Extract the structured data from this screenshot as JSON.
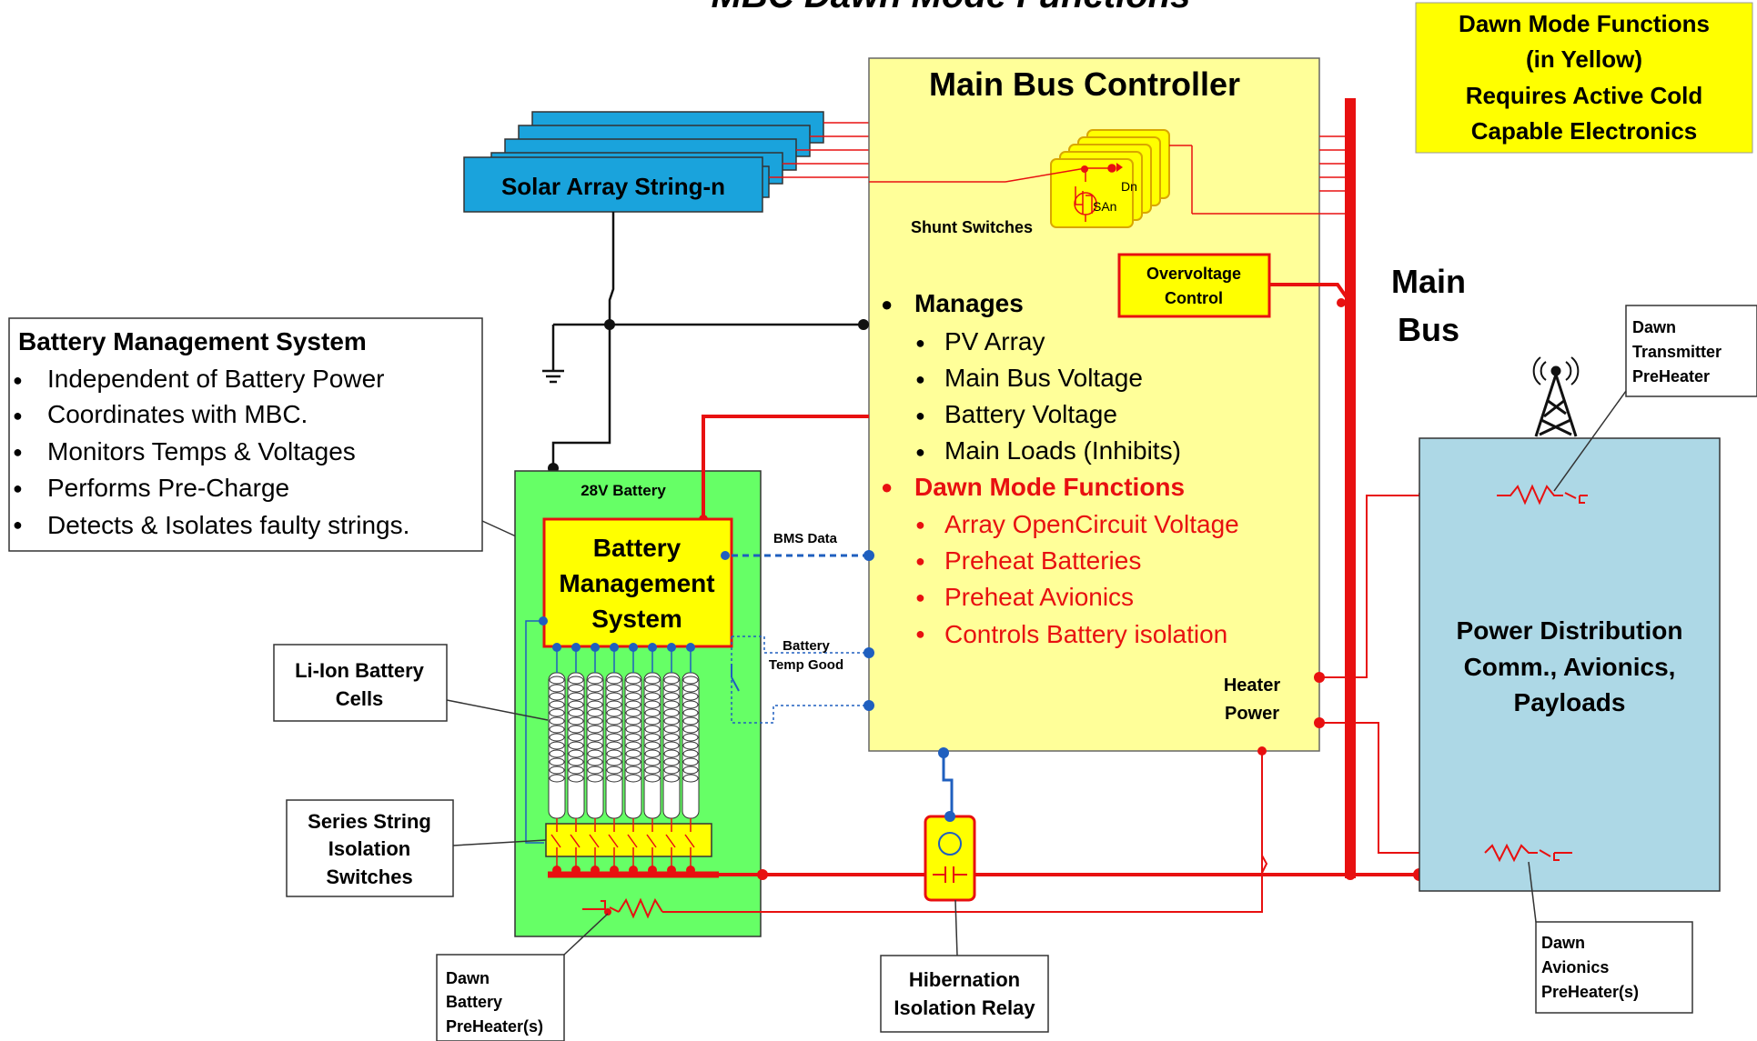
{
  "title": "MBC Dawn Mode Functions",
  "legend": {
    "lines": [
      "Dawn Mode Functions",
      "(in Yellow)",
      "Requires Active Cold",
      "Capable Electronics"
    ],
    "color": "#ffff00"
  },
  "solar_array": {
    "label": "Solar Array String-n",
    "color": "#1aa3dc"
  },
  "mbc": {
    "title": "Main Bus Controller",
    "color": "#ffff99",
    "shunt_label": "Shunt Switches",
    "shunt_dn": "Dn",
    "shunt_san": "SAn",
    "overvoltage": [
      "Overvoltage",
      "Control"
    ],
    "manages": {
      "heading": "Manages",
      "items": [
        "PV Array",
        "Main Bus Voltage",
        "Battery Voltage",
        "Main Loads (Inhibits)"
      ]
    },
    "dawn": {
      "heading": "Dawn Mode Functions",
      "items": [
        "Array OpenCircuit Voltage",
        "Preheat Batteries",
        "Preheat Avionics",
        "Controls Battery isolation"
      ]
    },
    "heater_power": [
      "Heater",
      "Power"
    ]
  },
  "main_bus": [
    "Main",
    "Bus"
  ],
  "bms_box": {
    "title": "Battery Management System",
    "items": [
      "Independent of Battery Power",
      "Coordinates with MBC.",
      "Monitors Temps & Voltages",
      "Performs Pre-Charge",
      "Detects & Isolates faulty strings."
    ]
  },
  "battery": {
    "label": "28V Battery",
    "color": "#66ff66",
    "bms": [
      "Battery",
      "Management",
      "System"
    ],
    "bms_data": "BMS Data",
    "temp_good": [
      "Battery",
      "Temp Good"
    ]
  },
  "callouts": {
    "li_ion": [
      "Li-Ion Battery",
      "Cells"
    ],
    "series": [
      "Series String",
      "Isolation",
      "Switches"
    ],
    "dawn_battery": [
      "Dawn",
      "Battery",
      "PreHeater(s)"
    ],
    "hibernation": [
      "Hibernation",
      "Isolation Relay"
    ],
    "dawn_avionics": [
      "Dawn",
      "Avionics",
      "PreHeater(s)"
    ],
    "dawn_transmitter": [
      "Dawn",
      "Transmitter",
      "PreHeater"
    ]
  },
  "power_dist": {
    "lines": [
      "Power Distribution",
      "Comm., Avionics,",
      "Payloads"
    ],
    "color": "#add8e6"
  }
}
